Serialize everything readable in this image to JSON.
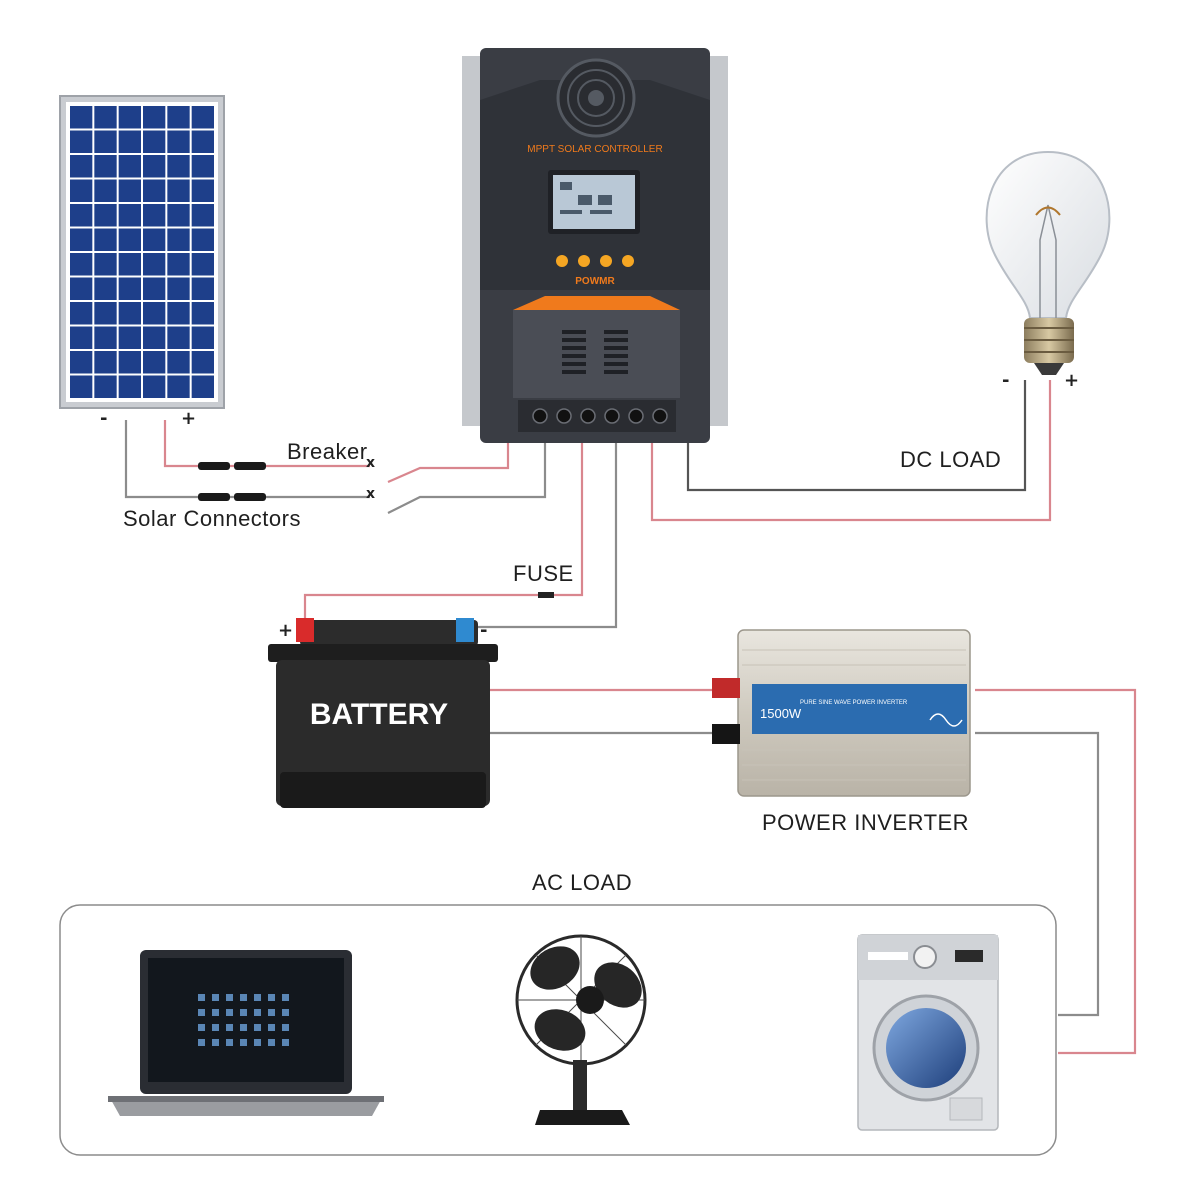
{
  "colors": {
    "wire_positive": "#d9868e",
    "wire_negative": "#8c8c8c",
    "panel_cell": "#1e3f8a",
    "controller_body": "#3a3d44",
    "accent_orange": "#f07a1c",
    "inverter_band": "#2b6cb0"
  },
  "labels": {
    "breaker": "Breaker",
    "solar_connectors": "Solar Connectors",
    "fuse": "FUSE",
    "dc_load": "DC LOAD",
    "battery": "BATTERY",
    "power_inverter": "POWER INVERTER",
    "ac_load": "AC LOAD",
    "controller_title": "MPPT SOLAR CONTROLLER",
    "controller_brand": "POWMR",
    "inverter_rating": "1500W",
    "inverter_text": "PURE SINE WAVE POWER INVERTER"
  },
  "signs": {
    "panel_negative": "-",
    "panel_positive": "+",
    "battery_positive": "+",
    "battery_negative": "-",
    "bulb_negative": "-",
    "bulb_positive": "+",
    "breaker_x1": "x",
    "breaker_x2": "x"
  },
  "components": {
    "solar_panel": "solar-panel-icon",
    "charge_controller": "charge-controller-icon",
    "light_bulb": "light-bulb-icon",
    "battery": "battery-icon",
    "inverter": "power-inverter-icon",
    "laptop": "laptop-icon",
    "fan": "fan-icon",
    "washing_machine": "washing-machine-icon"
  }
}
